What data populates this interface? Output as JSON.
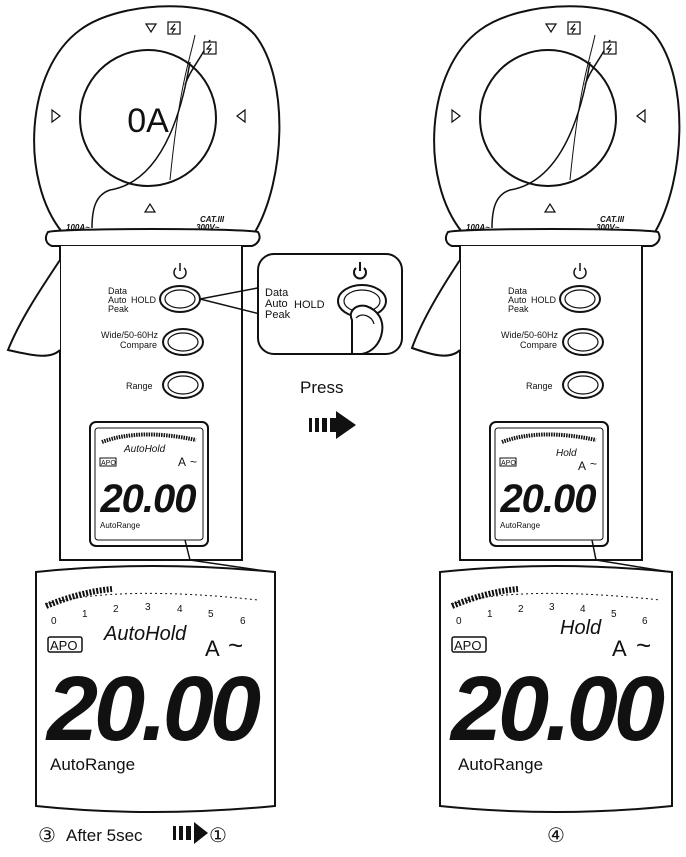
{
  "display_reading": "0A",
  "clamp_rating_left": "100A~",
  "clamp_rating_right_cat": "CAT.III",
  "clamp_rating_right_volt": "300V~",
  "button_labels": {
    "hold_line1": "Data",
    "hold_line2": "Auto",
    "hold_line3": "Peak",
    "hold_suffix": "HOLD",
    "wide_line1": "Wide/50-60Hz",
    "wide_line2": "Compare",
    "range": "Range"
  },
  "callout": {
    "line1": "Data",
    "line2": "Auto",
    "line3": "Peak",
    "hold": "HOLD"
  },
  "press_label": "Press",
  "lcd_left": {
    "mode": "AutoHold",
    "apo": "APO",
    "unit": "A",
    "ac_symbol": "~",
    "value": "20.00",
    "range_label": "AutoRange",
    "scale_ticks": [
      "0",
      "1",
      "2",
      "3",
      "4",
      "5",
      "6"
    ]
  },
  "lcd_right": {
    "mode": "Hold",
    "apo": "APO",
    "unit": "A",
    "ac_symbol": "~",
    "value": "20.00",
    "range_label": "AutoRange",
    "scale_ticks": [
      "0",
      "1",
      "2",
      "3",
      "4",
      "5",
      "6"
    ]
  },
  "caption_left": {
    "step_start": "③",
    "text": "After 5sec",
    "step_end": "①"
  },
  "caption_right": {
    "step": "④"
  }
}
